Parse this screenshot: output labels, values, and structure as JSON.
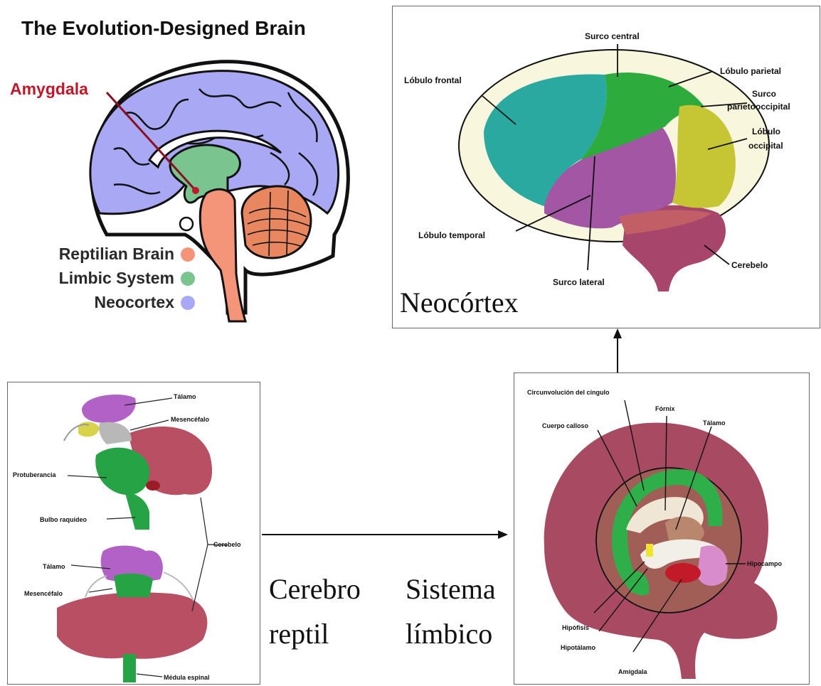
{
  "top_left": {
    "title": "The Evolution-Designed Brain",
    "amygdala_label": "Amygdala",
    "legend": [
      {
        "label": "Reptilian Brain",
        "color": "#f4957a"
      },
      {
        "label": "Limbic System",
        "color": "#79c48f"
      },
      {
        "label": "Neocortex",
        "color": "#a9a8f4"
      }
    ]
  },
  "neocortex_panel": {
    "caption": "Neocórtex",
    "labels": {
      "surco_central": "Surco central",
      "lobulo_frontal": "Lóbulo frontal",
      "lobulo_parietal": "Lóbulo parietal",
      "surco_parietooccipital_1": "Surco",
      "surco_parietooccipital_2": "parietooccipital",
      "lobulo_occipital_1": "Lóbulo",
      "lobulo_occipital_2": "occipital",
      "lobulo_temporal": "Lóbulo temporal",
      "cerebelo": "Cerebelo",
      "surco_lateral": "Surco lateral"
    }
  },
  "reptilian_panel": {
    "labels": {
      "talamo_top": "Tálamo",
      "mesencefalo_top": "Mesencéfalo",
      "protuberancia": "Protuberancia",
      "bulbo": "Bulbo raquídeo",
      "cerebelo": "Cerebelo",
      "talamo_bottom": "Tálamo",
      "mesencefalo_bottom": "Mesencéfalo",
      "medula": "Médula espinal"
    }
  },
  "captions": {
    "reptil_1": "Cerebro",
    "reptil_2": "reptil",
    "limbico_1": "Sistema",
    "limbico_2": "límbico"
  },
  "limbic_panel": {
    "labels": {
      "cingulo": "Circunvolución del cíngulo",
      "fornix": "Fórnix",
      "cuerpo_calloso": "Cuerpo calloso",
      "talamo": "Tálamo",
      "hipocampo": "Hipocampo",
      "hipofisis": "Hipófisis",
      "hipotalamo": "Hipotálamo",
      "amigdala": "Amígdala"
    }
  }
}
